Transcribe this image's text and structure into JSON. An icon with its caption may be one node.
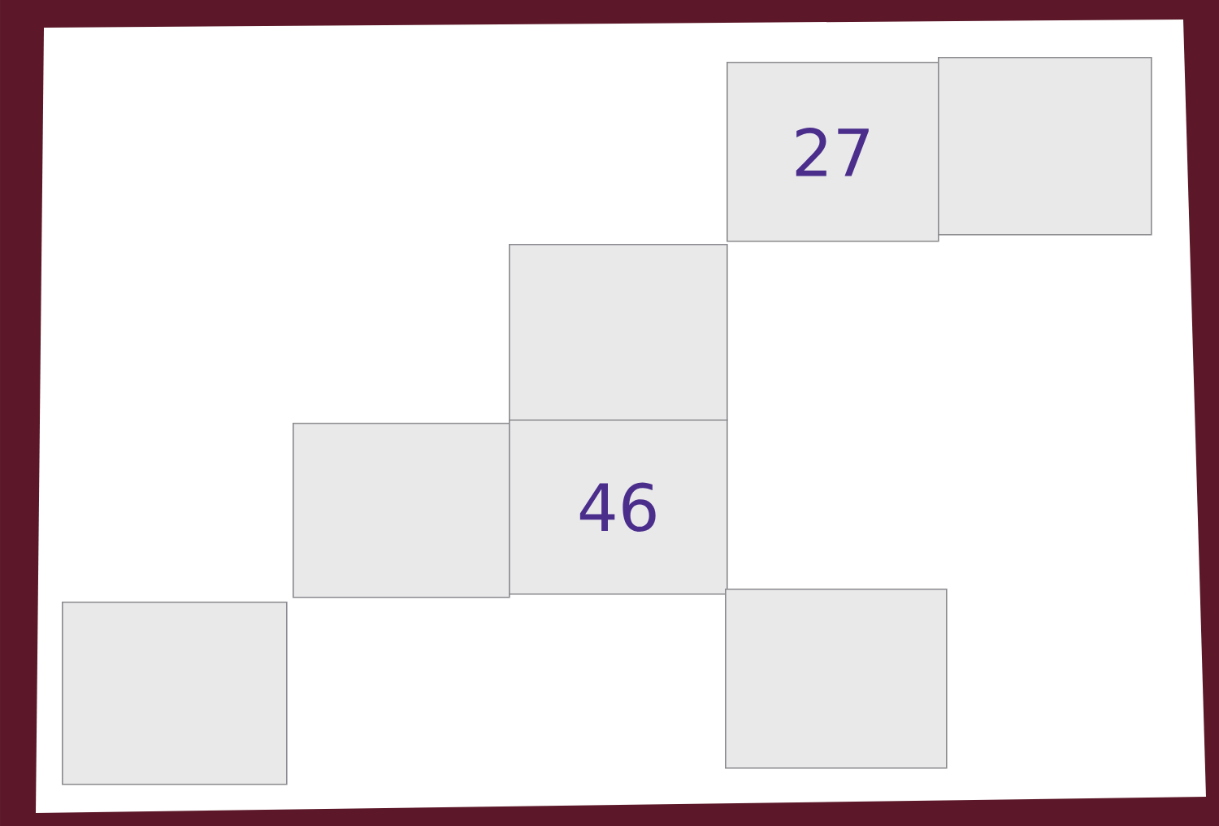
{
  "diagram": {
    "nodes": [
      {
        "text": [
          "27"
        ]
      },
      {
        "text": [],
        "shape": "box"
      },
      {
        "text": [],
        "shape": "box"
      },
      {
        "text": [],
        "shape": "box"
      },
      {
        "text": [
          "46"
        ]
      },
      {
        "text": [],
        "shape": "box"
      },
      {
        "text": [],
        "shape": "box"
      }
    ]
  }
}
